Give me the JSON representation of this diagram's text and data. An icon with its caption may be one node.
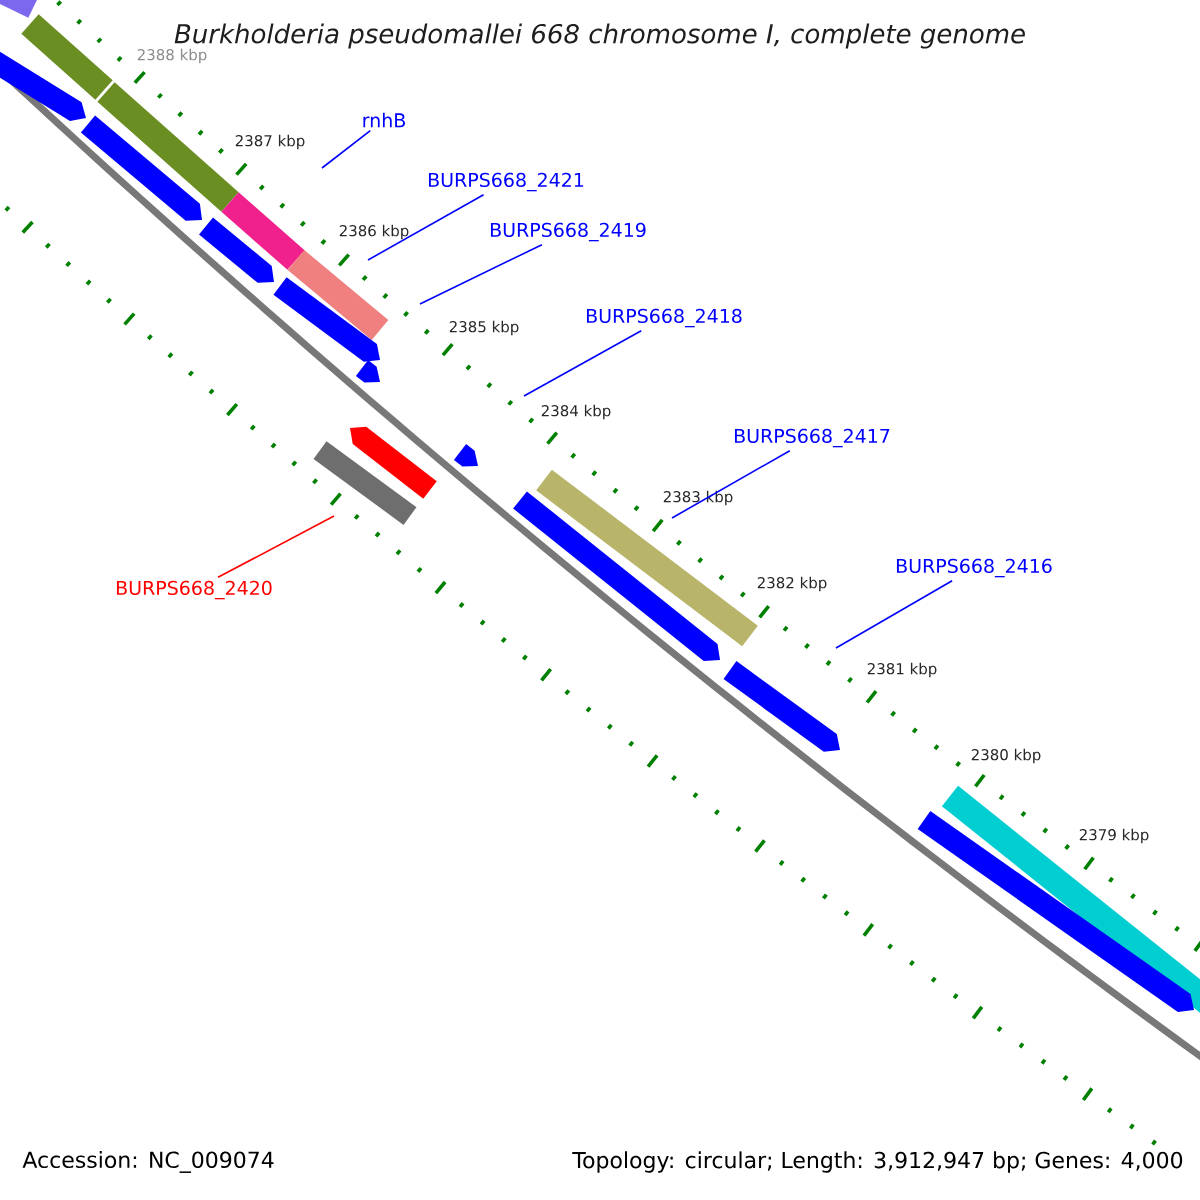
{
  "diagram": {
    "title": "Burkholderia pseudomallei 668 chromosome I, complete genome",
    "nodes": [
      {
        "text": [
          "rnhB"
        ]
      },
      {
        "text": [
          "BURPS668_2421"
        ]
      },
      {
        "text": [
          "BURPS668_2419"
        ]
      },
      {
        "text": [
          "BURPS668_2418"
        ]
      },
      {
        "text": [
          "BURPS668_2417"
        ]
      },
      {
        "text": [
          "BURPS668_2416"
        ]
      },
      {
        "text": [
          "BURPS668_2420"
        ]
      }
    ],
    "edges": [
      {
        "from": 0,
        "to": null,
        "arrow": "none"
      },
      {
        "from": 1,
        "to": null,
        "arrow": "none"
      },
      {
        "from": 2,
        "to": null,
        "arrow": "none"
      },
      {
        "from": 3,
        "to": null,
        "arrow": "none"
      },
      {
        "from": 4,
        "to": null,
        "arrow": "none"
      },
      {
        "from": 5,
        "to": null,
        "arrow": "none"
      },
      {
        "from": 6,
        "to": null,
        "arrow": "none",
        "color": "#ff0000"
      }
    ],
    "labels": [
      "2388 kbp",
      "2387 kbp",
      "2386 kbp",
      "2385 kbp",
      "2384 kbp",
      "2383 kbp",
      "2382 kbp",
      "2381 kbp",
      "2380 kbp",
      "2379 kbp",
      "Accession: NC_009074",
      "Topology: circular; Length: 3,912,947 bp; Genes: 4,000"
    ]
  }
}
